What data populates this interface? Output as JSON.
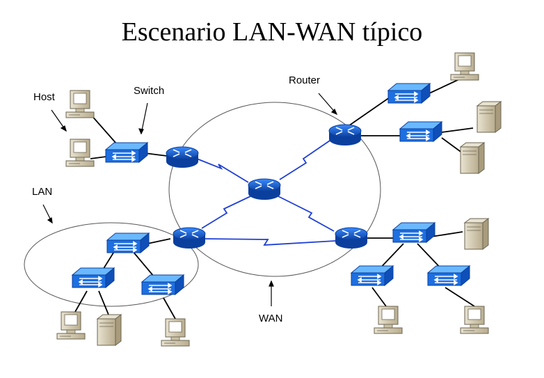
{
  "title": "Escenario LAN-WAN típico",
  "labels": {
    "host": "Host",
    "switch": "Switch",
    "router": "Router",
    "lan": "LAN",
    "wan": "WAN"
  },
  "colors": {
    "device_blue": "#1e6fe0",
    "device_dark": "#0b3f9e",
    "link_blue": "#1e3fd6",
    "cable": "#000000",
    "pc_beige": "#d8cfb8",
    "screen": "#ffffff"
  }
}
